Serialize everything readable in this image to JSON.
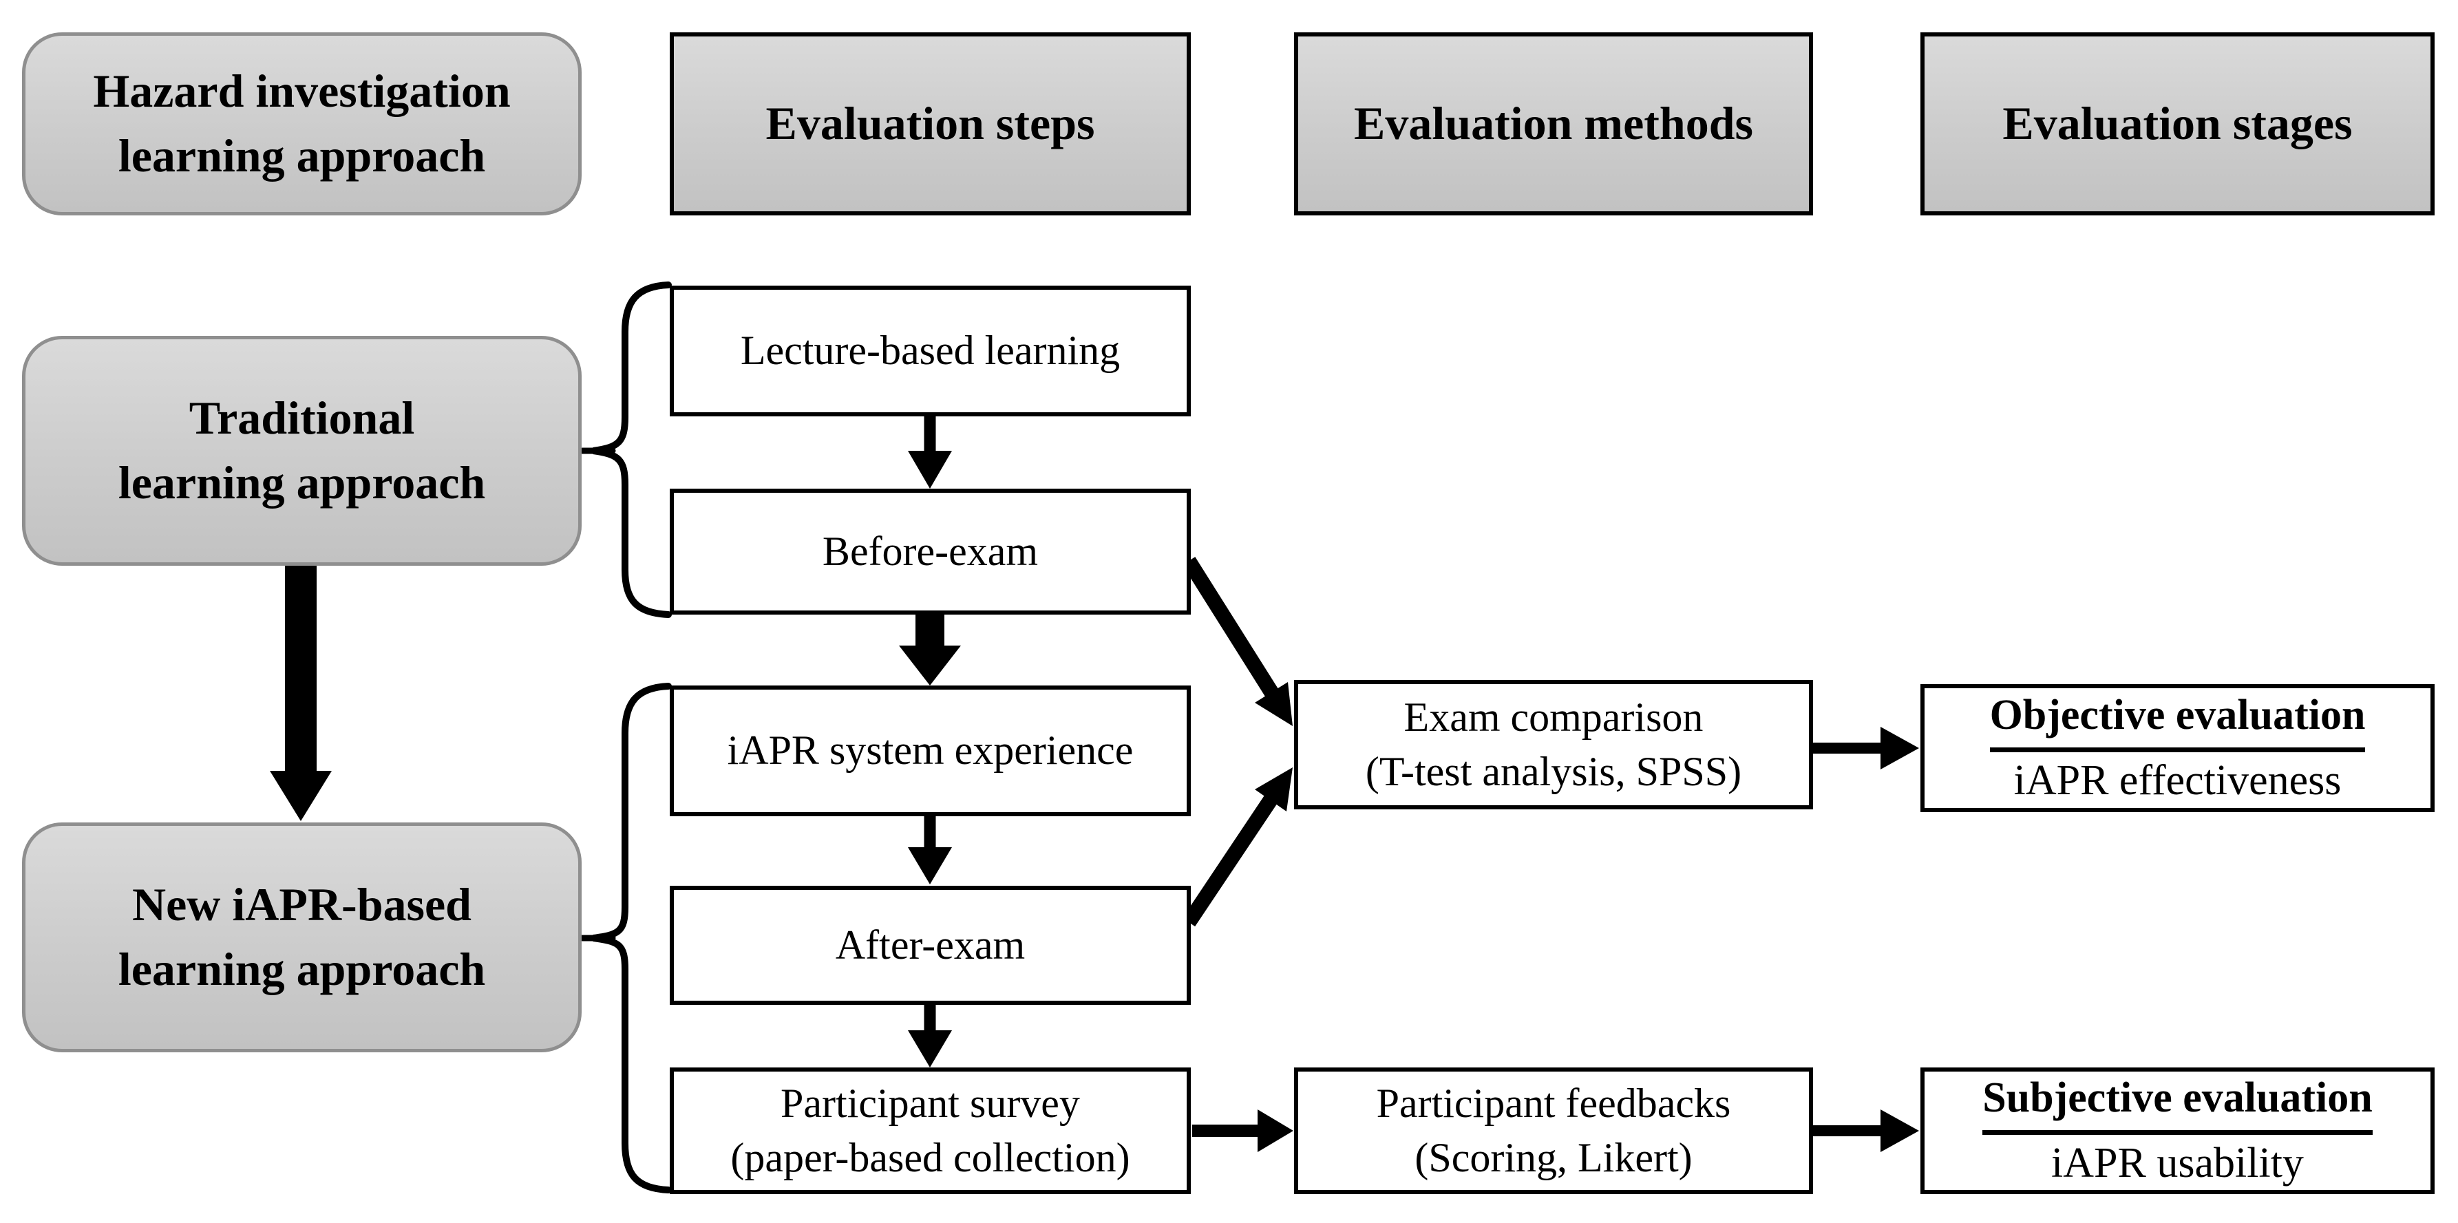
{
  "colors": {
    "background": "#ffffff",
    "gray_box_gradient_top": "#dadada",
    "gray_box_gradient_bottom": "#c2c2c2",
    "gray_box_border": "#8f8f8f",
    "flow_box_background": "#ffffff",
    "line_and_text": "#000000"
  },
  "headers": [
    {
      "lines": [
        "Hazard investigation",
        "learning approach"
      ]
    },
    {
      "lines": [
        "Evaluation steps"
      ]
    },
    {
      "lines": [
        "Evaluation methods"
      ]
    },
    {
      "lines": [
        "Evaluation stages"
      ]
    }
  ],
  "approach_boxes": [
    {
      "lines": [
        "Traditional",
        "learning approach"
      ]
    },
    {
      "lines": [
        "New iAPR-based",
        "learning approach"
      ]
    }
  ],
  "step_boxes": [
    {
      "lines": [
        "Lecture-based learning"
      ]
    },
    {
      "lines": [
        "Before-exam"
      ]
    },
    {
      "lines": [
        "iAPR system experience"
      ]
    },
    {
      "lines": [
        "After-exam"
      ]
    },
    {
      "lines": [
        "Participant survey",
        "(paper-based collection)"
      ]
    }
  ],
  "method_boxes": [
    {
      "lines": [
        "Exam comparison",
        "(T-test analysis, SPSS)"
      ]
    },
    {
      "lines": [
        "Participant feedbacks",
        "(Scoring, Likert)"
      ]
    }
  ],
  "stage_boxes": [
    {
      "title": "Objective evaluation",
      "subtitle": "iAPR effectiveness"
    },
    {
      "title": "Subjective evaluation",
      "subtitle": "iAPR usability"
    }
  ]
}
